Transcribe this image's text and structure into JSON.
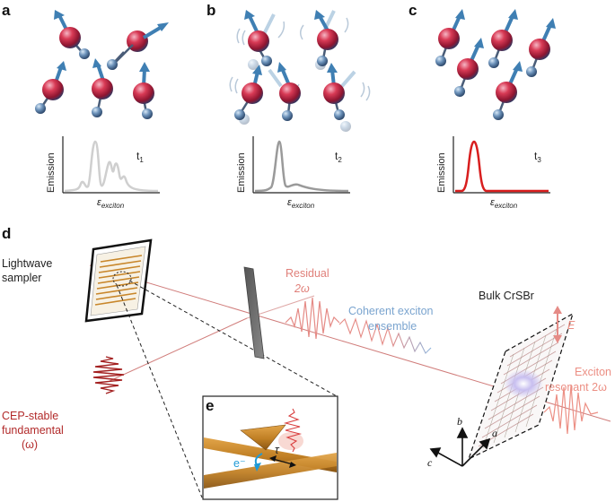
{
  "panels": {
    "a": {
      "letter": "a",
      "time": "t",
      "time_sub": "1",
      "ylabel": "Emission",
      "xlabel": "ε",
      "xlabel_sub": "exciton"
    },
    "b": {
      "letter": "b",
      "time": "t",
      "time_sub": "2",
      "ylabel": "Emission",
      "xlabel": "ε",
      "xlabel_sub": "exciton"
    },
    "c": {
      "letter": "c",
      "time": "t",
      "time_sub": "3",
      "ylabel": "Emission",
      "xlabel": "ε",
      "xlabel_sub": "exciton"
    },
    "d": {
      "letter": "d"
    },
    "e": {
      "letter": "e"
    }
  },
  "labels": {
    "lightwave_line1": "Lightwave",
    "lightwave_line2": "sampler",
    "residual_line1": "Residual",
    "residual_line2": "2ω",
    "coherent_line1": "Coherent exciton",
    "coherent_line2": "ensemble",
    "bulk": "Bulk CrSBr",
    "efield": "E",
    "exciton_line1": "Exciton",
    "exciton_line2": "resonant 2ω",
    "cep_line1": "CEP-stable",
    "cep_line2": "fundamental",
    "cep_line3": "(ω)",
    "electron": "e⁻",
    "tau": "τ",
    "axis_a": "a",
    "axis_b": "b",
    "axis_c": "c"
  },
  "colors": {
    "sphere_red": "#c8243c",
    "sphere_blue": "#4a78a8",
    "arrow_blue": "#3f7fb3",
    "spectrum_gray": "#cfcfcf",
    "spectrum_dark": "#9a9a9a",
    "spectrum_red": "#d81e1e",
    "beam": "#c0504d",
    "gold": "#c8862a"
  }
}
